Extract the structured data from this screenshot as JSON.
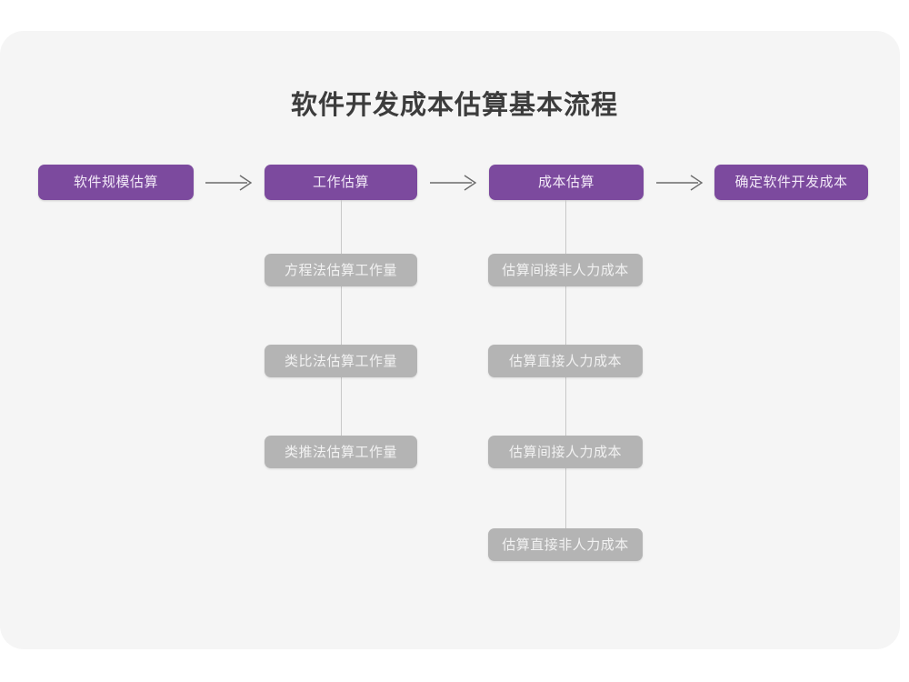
{
  "diagram": {
    "title": "软件开发成本估算基本流程",
    "colors": {
      "canvas": "#ffffff",
      "card": "#f5f5f5",
      "primary": "#7c4a9e",
      "primary_text": "#f3eaf8",
      "secondary": "#b4b4b4",
      "secondary_text": "#f2f2f2",
      "title_text": "#3c3c3c",
      "connector": "#c8c8c8",
      "arrow": "#6b6b6b"
    },
    "main_flow": [
      {
        "id": "step1",
        "label": "软件规模估算"
      },
      {
        "id": "step2",
        "label": "工作估算"
      },
      {
        "id": "step3",
        "label": "成本估算"
      },
      {
        "id": "step4",
        "label": "确定软件开发成本"
      }
    ],
    "arrows": [
      {
        "id": "arrow-1",
        "from": "step1",
        "to": "step2",
        "glyph": "→"
      },
      {
        "id": "arrow-2",
        "from": "step2",
        "to": "step3",
        "glyph": "→"
      },
      {
        "id": "arrow-3",
        "from": "step3",
        "to": "step4",
        "glyph": "→"
      }
    ],
    "branches": [
      {
        "id": "branch-work-estimation",
        "parent": "step2",
        "parent_label": "工作估算",
        "items": [
          {
            "id": "work-1",
            "label": "方程法估算工作量"
          },
          {
            "id": "work-2",
            "label": "类比法估算工作量"
          },
          {
            "id": "work-3",
            "label": "类推法估算工作量"
          }
        ]
      },
      {
        "id": "branch-cost-estimation",
        "parent": "step3",
        "parent_label": "成本估算",
        "items": [
          {
            "id": "cost-1",
            "label": "估算间接非人力成本"
          },
          {
            "id": "cost-2",
            "label": "估算直接人力成本"
          },
          {
            "id": "cost-3",
            "label": "估算间接人力成本"
          },
          {
            "id": "cost-4",
            "label": "估算直接非人力成本"
          }
        ]
      }
    ]
  }
}
